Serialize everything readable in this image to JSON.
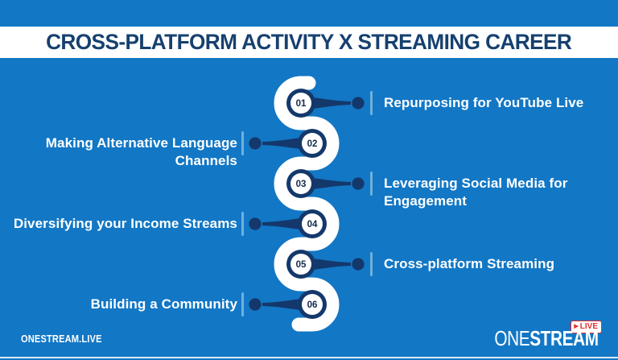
{
  "colors": {
    "background": "#1277C5",
    "navy": "#14386B",
    "white": "#FFFFFF",
    "title_navy": "#16406F",
    "number_navy": "#0F2A4D",
    "separator_blue": "#6FB0DF",
    "live_red": "#E23030"
  },
  "header": {
    "title": "CROSS-PLATFORM ACTIVITY X STREAMING CAREER"
  },
  "steps": [
    {
      "number": "01",
      "label": "Repurposing for YouTube Live",
      "side": "right"
    },
    {
      "number": "02",
      "label": "Making Alternative Language Channels",
      "side": "left"
    },
    {
      "number": "03",
      "label": "Leveraging Social Media for Engagement",
      "side": "right"
    },
    {
      "number": "04",
      "label": "Diversifying your Income Streams",
      "side": "left"
    },
    {
      "number": "05",
      "label": "Cross-platform Streaming",
      "side": "right"
    },
    {
      "number": "06",
      "label": "Building a Community",
      "side": "left"
    }
  ],
  "footer": {
    "website": "ONESTREAM.LIVE",
    "logo_one": "ONE",
    "logo_stream": "STREAM",
    "live_icon": "▶",
    "live_label": "LIVE"
  }
}
